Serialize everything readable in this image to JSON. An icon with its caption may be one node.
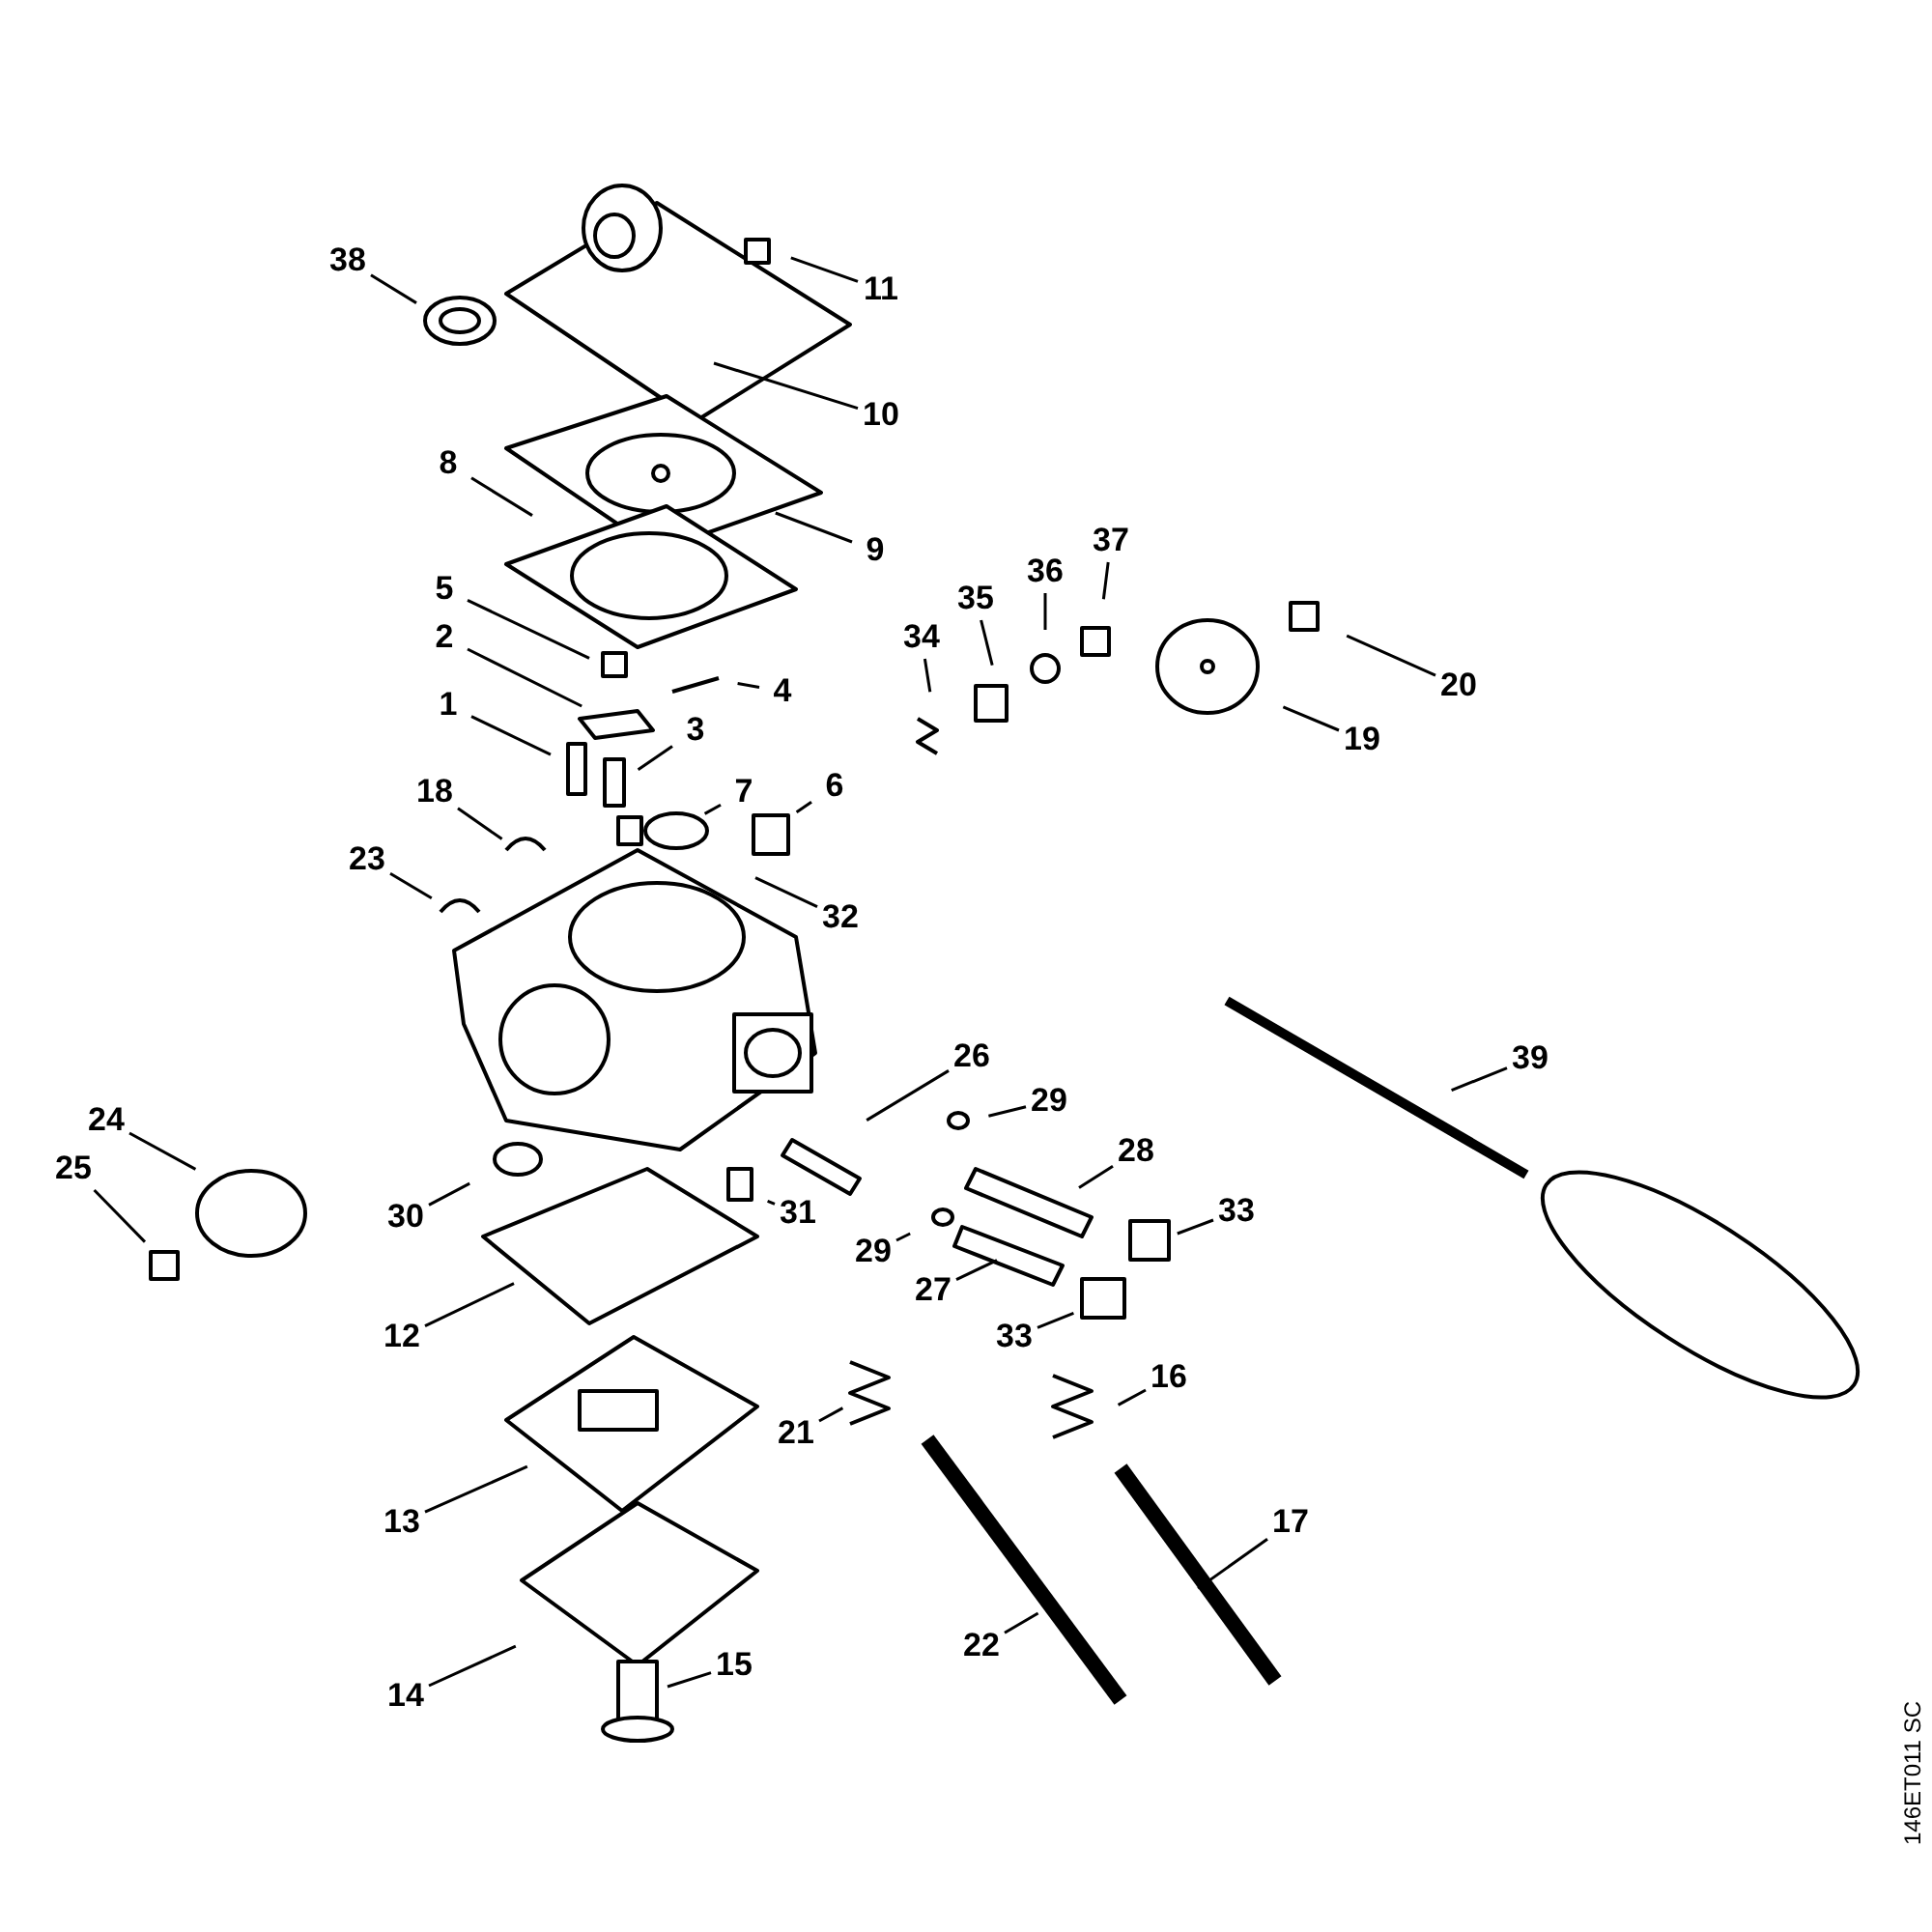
{
  "diagram": {
    "nodes": [
      {
        "text": [
          "38"
        ]
      },
      {
        "text": [
          "11"
        ]
      },
      {
        "text": [
          "10"
        ]
      },
      {
        "text": [
          "8"
        ]
      },
      {
        "text": [
          "9"
        ]
      },
      {
        "text": [
          "5"
        ]
      },
      {
        "text": [
          "2"
        ]
      },
      {
        "text": [
          "4"
        ]
      },
      {
        "text": [
          "1"
        ]
      },
      {
        "text": [
          "3"
        ]
      },
      {
        "text": [
          "7"
        ]
      },
      {
        "text": [
          "6"
        ]
      },
      {
        "text": [
          "18"
        ]
      },
      {
        "text": [
          "23"
        ]
      },
      {
        "text": [
          "32"
        ]
      },
      {
        "text": [
          "20"
        ]
      },
      {
        "text": [
          "19"
        ]
      },
      {
        "text": [
          "34"
        ]
      },
      {
        "text": [
          "35"
        ]
      },
      {
        "text": [
          "36"
        ]
      },
      {
        "text": [
          "37"
        ]
      },
      {
        "text": [
          "26"
        ]
      },
      {
        "text": [
          "29"
        ]
      },
      {
        "text": [
          "28"
        ]
      },
      {
        "text": [
          "39"
        ]
      },
      {
        "text": [
          "24"
        ]
      },
      {
        "text": [
          "25"
        ]
      },
      {
        "text": [
          "30"
        ]
      },
      {
        "text": [
          "31"
        ]
      },
      {
        "text": [
          "33"
        ]
      },
      {
        "text": [
          "29"
        ]
      },
      {
        "text": [
          "27"
        ]
      },
      {
        "text": [
          "33"
        ]
      },
      {
        "text": [
          "12"
        ]
      },
      {
        "text": [
          "16"
        ]
      },
      {
        "text": [
          "21"
        ]
      },
      {
        "text": [
          "17"
        ]
      },
      {
        "text": [
          "13"
        ]
      },
      {
        "text": [
          "22"
        ]
      },
      {
        "text": [
          "14"
        ]
      },
      {
        "text": [
          "15"
        ]
      }
    ],
    "edges": [
      {
        "from": 0,
        "to": null,
        "arrow": "none"
      },
      {
        "from": 1,
        "to": null,
        "arrow": "none"
      },
      {
        "from": 2,
        "to": null,
        "arrow": "none"
      },
      {
        "from": 3,
        "to": null,
        "arrow": "none"
      },
      {
        "from": 4,
        "to": null,
        "arrow": "none"
      },
      {
        "from": 5,
        "to": null,
        "arrow": "none"
      },
      {
        "from": 6,
        "to": null,
        "arrow": "none"
      },
      {
        "from": 7,
        "to": null,
        "arrow": "none"
      },
      {
        "from": 8,
        "to": null,
        "arrow": "none"
      },
      {
        "from": 9,
        "to": null,
        "arrow": "none"
      },
      {
        "from": 10,
        "to": null,
        "arrow": "none"
      },
      {
        "from": 11,
        "to": null,
        "arrow": "none"
      },
      {
        "from": 12,
        "to": null,
        "arrow": "none"
      },
      {
        "from": 13,
        "to": null,
        "arrow": "none"
      },
      {
        "from": 14,
        "to": null,
        "arrow": "none"
      },
      {
        "from": 15,
        "to": null,
        "arrow": "none"
      },
      {
        "from": 16,
        "to": null,
        "arrow": "none"
      },
      {
        "from": 17,
        "to": null,
        "arrow": "none"
      },
      {
        "from": 18,
        "to": null,
        "arrow": "none"
      },
      {
        "from": 19,
        "to": null,
        "arrow": "none"
      },
      {
        "from": 20,
        "to": null,
        "arrow": "none"
      },
      {
        "from": 21,
        "to": null,
        "arrow": "none"
      },
      {
        "from": 22,
        "to": null,
        "arrow": "none"
      },
      {
        "from": 23,
        "to": null,
        "arrow": "none"
      },
      {
        "from": 24,
        "to": null,
        "arrow": "none"
      },
      {
        "from": 25,
        "to": null,
        "arrow": "none"
      },
      {
        "from": 26,
        "to": null,
        "arrow": "none"
      },
      {
        "from": 27,
        "to": null,
        "arrow": "none"
      },
      {
        "from": 28,
        "to": null,
        "arrow": "none"
      },
      {
        "from": 29,
        "to": null,
        "arrow": "none"
      },
      {
        "from": 30,
        "to": null,
        "arrow": "none"
      },
      {
        "from": 31,
        "to": null,
        "arrow": "none"
      },
      {
        "from": 32,
        "to": null,
        "arrow": "none"
      },
      {
        "from": 33,
        "to": null,
        "arrow": "none"
      },
      {
        "from": 34,
        "to": null,
        "arrow": "none"
      },
      {
        "from": 35,
        "to": null,
        "arrow": "none"
      },
      {
        "from": 36,
        "to": null,
        "arrow": "none"
      },
      {
        "from": 37,
        "to": null,
        "arrow": "none"
      },
      {
        "from": 38,
        "to": null,
        "arrow": "none"
      },
      {
        "from": 39,
        "to": null,
        "arrow": "none"
      },
      {
        "from": 40,
        "to": null,
        "arrow": "none"
      }
    ],
    "labels": [
      "146ET011 SC"
    ]
  }
}
